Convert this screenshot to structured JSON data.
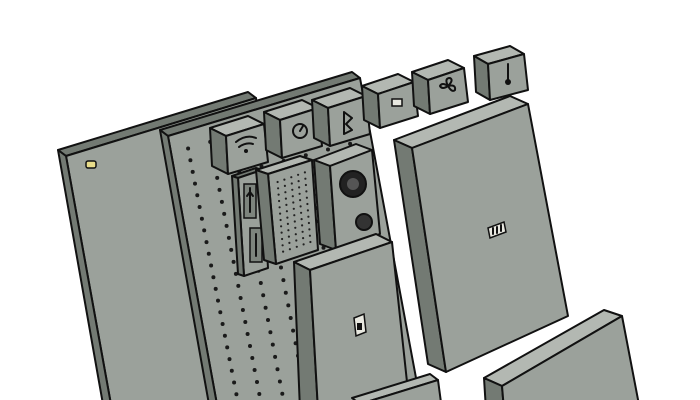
{
  "colors": {
    "background": "#ffffff",
    "module_face": "#9ba19b",
    "module_side": "#737a73",
    "module_top": "#b3b8b2",
    "outline": "#111111",
    "hole": "#1a1a1a"
  },
  "illustration": {
    "parts": [
      {
        "name": "back-cover-panel"
      },
      {
        "name": "endoskeleton-frame"
      },
      {
        "name": "wifi-module",
        "icon": "wifi-icon"
      },
      {
        "name": "clock-module",
        "icon": "clock-icon"
      },
      {
        "name": "bluetooth-module",
        "icon": "bluetooth-icon"
      },
      {
        "name": "storage-module",
        "icon": "storage-icon"
      },
      {
        "name": "fan-module",
        "icon": "fan-icon"
      },
      {
        "name": "thermometer-module",
        "icon": "thermometer-icon"
      },
      {
        "name": "usb-ports-module",
        "icon": "usb-icon"
      },
      {
        "name": "speaker-grid-module",
        "icon": "speaker-grid-icon"
      },
      {
        "name": "camera-module",
        "icon": "camera-icon"
      },
      {
        "name": "sd-card-module",
        "icon": "sd-card-icon"
      },
      {
        "name": "battery-module",
        "icon": "battery-icon"
      },
      {
        "name": "bottom-module-left"
      },
      {
        "name": "bottom-module-right"
      }
    ]
  }
}
